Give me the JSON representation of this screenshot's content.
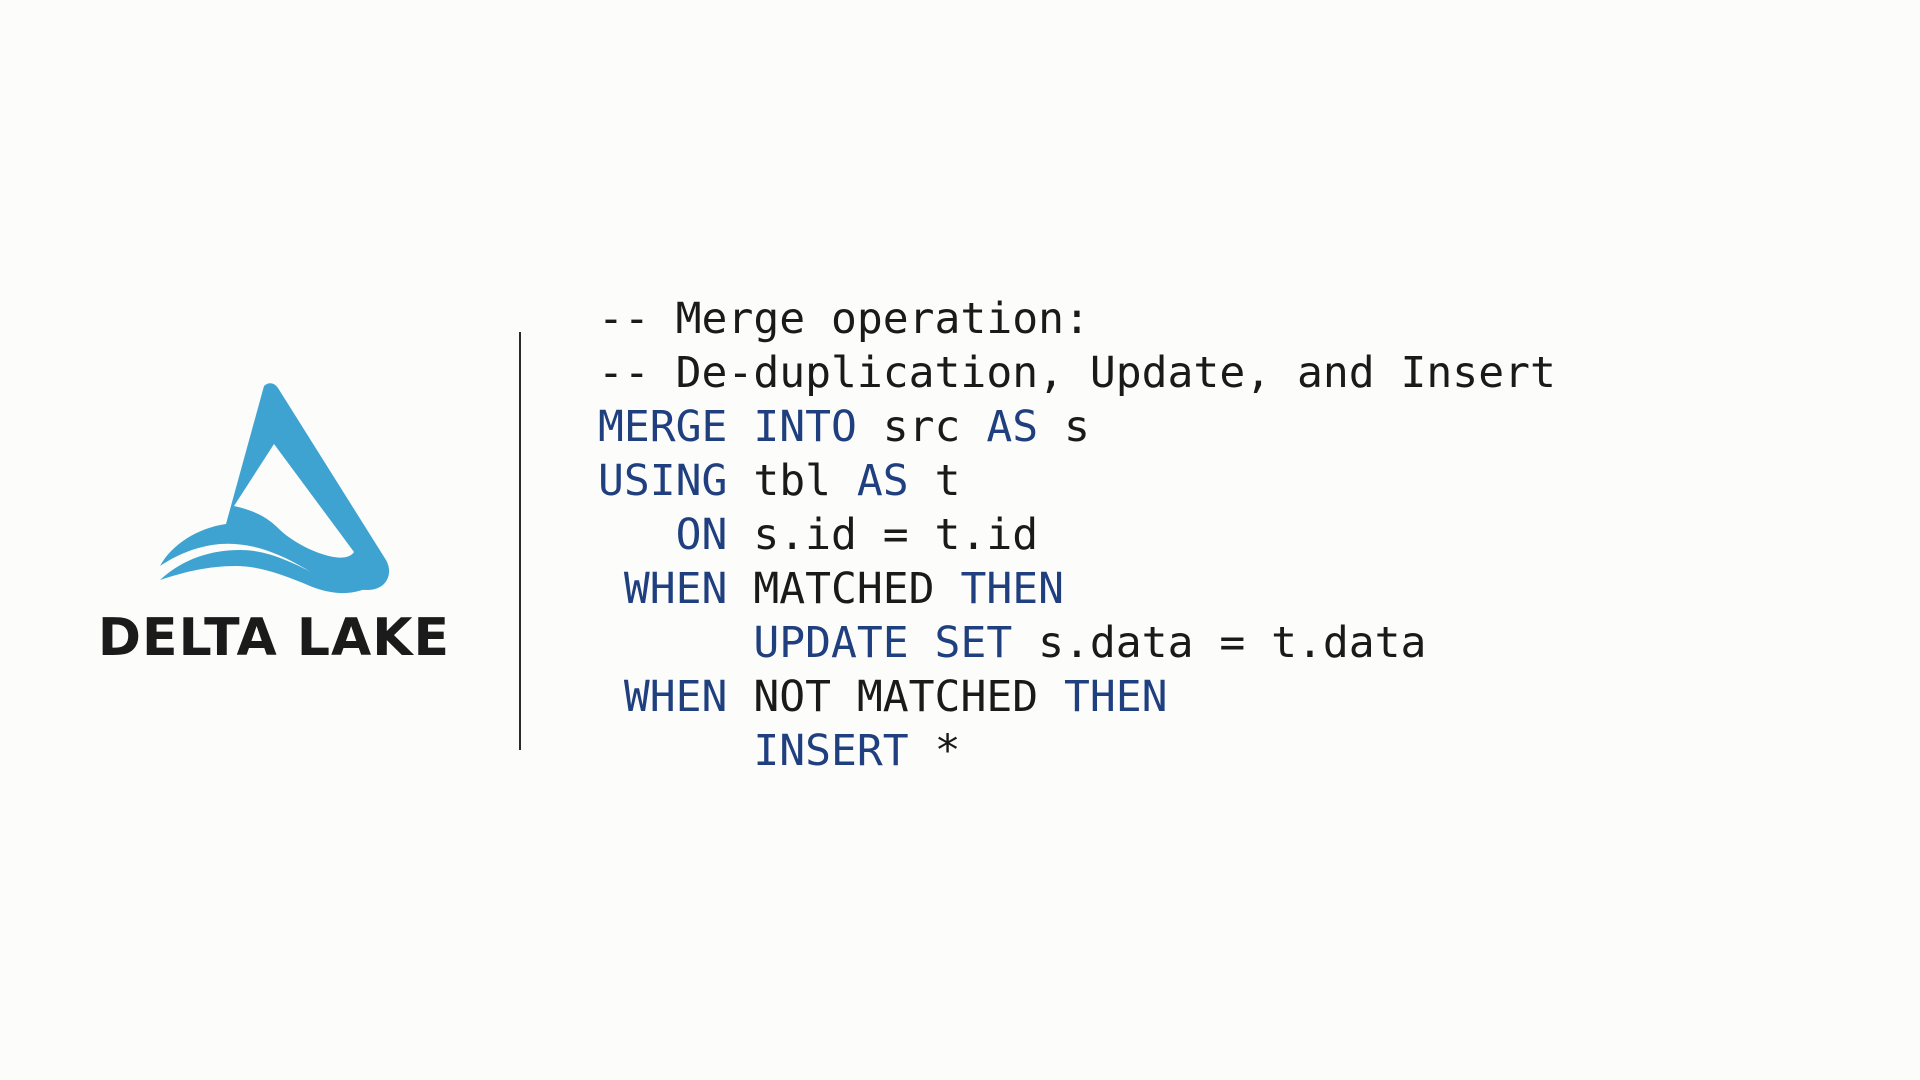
{
  "logo": {
    "icon": "delta-lake-triangle-wave-icon",
    "wordmark": "DELTA LAKE",
    "colors": {
      "mark": "#3fa3d2",
      "wordmark": "#1b1b1b"
    }
  },
  "code": {
    "colors": {
      "keyword": "#1f3f7f",
      "text": "#1a1a1a"
    },
    "lines": [
      [
        {
          "t": "-- Merge operation:",
          "k": false
        }
      ],
      [
        {
          "t": "-- De-duplication, Update, and Insert",
          "k": false
        }
      ],
      [
        {
          "t": "MERGE INTO",
          "k": true
        },
        {
          "t": " src ",
          "k": false
        },
        {
          "t": "AS",
          "k": true
        },
        {
          "t": " s",
          "k": false
        }
      ],
      [
        {
          "t": "USING",
          "k": true
        },
        {
          "t": " tbl ",
          "k": false
        },
        {
          "t": "AS",
          "k": true
        },
        {
          "t": " t",
          "k": false
        }
      ],
      [
        {
          "t": "   ",
          "k": false
        },
        {
          "t": "ON",
          "k": true
        },
        {
          "t": " s.id = t.id",
          "k": false
        }
      ],
      [
        {
          "t": " ",
          "k": false
        },
        {
          "t": "WHEN",
          "k": true
        },
        {
          "t": " MATCHED ",
          "k": false
        },
        {
          "t": "THEN",
          "k": true
        }
      ],
      [
        {
          "t": "      ",
          "k": false
        },
        {
          "t": "UPDATE SET",
          "k": true
        },
        {
          "t": " s.data = t.data",
          "k": false
        }
      ],
      [
        {
          "t": " ",
          "k": false
        },
        {
          "t": "WHEN",
          "k": true
        },
        {
          "t": " NOT MATCHED ",
          "k": false
        },
        {
          "t": "THEN",
          "k": true
        }
      ],
      [
        {
          "t": "      ",
          "k": false
        },
        {
          "t": "INSERT",
          "k": true
        },
        {
          "t": " *",
          "k": false
        }
      ]
    ]
  }
}
